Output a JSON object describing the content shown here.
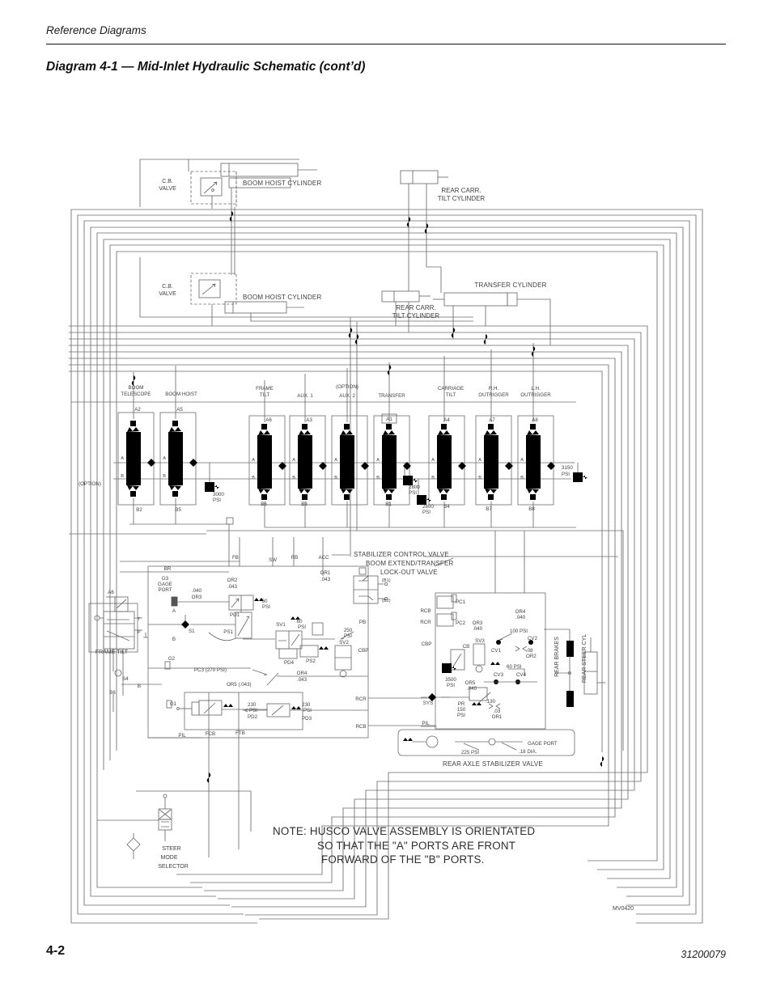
{
  "page": {
    "header": "Reference Diagrams",
    "title": "Diagram 4-1 — Mid-Inlet Hydraulic Schematic (cont’d)",
    "page_number": "4-2",
    "doc_number": "31200079",
    "figure_code": "MV0420"
  },
  "note": {
    "line1": "NOTE:  HUSCO VALVE ASSEMBLY IS ORIENTATED",
    "line2": "SO THAT THE \"A\" PORTS ARE FRONT",
    "line3": "FORWARD OF THE \"B\" PORTS."
  },
  "top": {
    "cb1": "C.B.",
    "cb2": "VALVE",
    "boom_hoist_cyl": "BOOM HOIST CYLINDER",
    "rear_carr_1": "REAR CARR.",
    "rear_carr_2": "TILT CYLINDER",
    "transfer_cyl": "TRANSFER CYLINDER"
  },
  "bank": {
    "sections": [
      {
        "name1": "BOOM",
        "name2": "TELESCOPE",
        "a": "A2",
        "b": "B2"
      },
      {
        "name1": "BOOM HOIST",
        "name2": "",
        "a": "A5",
        "b": "B5"
      },
      {
        "name1": "FRAME",
        "name2": "TILT",
        "a": "A6",
        "b": "B6"
      },
      {
        "name1": "AUX. 1",
        "name2": "",
        "a": "A3",
        "b": "B3"
      },
      {
        "name1": "(OPTION)",
        "name2": "AUX. 2",
        "a": "",
        "b": ""
      },
      {
        "name1": "TRANSFER",
        "name2": "",
        "a": "A1",
        "b": "B1"
      },
      {
        "name1": "CARRIAGE",
        "name2": "TILT",
        "a": "A4",
        "b": "B4"
      },
      {
        "name1": "R.H.",
        "name2": "OUTRIGGER",
        "a": "A7",
        "b": "B7"
      },
      {
        "name1": "L.H.",
        "name2": "OUTRIGGER",
        "a": "A8",
        "b": "B8"
      }
    ],
    "a_letter": "A",
    "b_letter": "B",
    "option": "(OPTION)",
    "psi": "PSI",
    "r3000": "3000",
    "r2800": "2800",
    "r3150": "3150"
  },
  "ctrl": {
    "callout_stabilizer": "STABILIZER CONTROL VALVE",
    "callout_lockout_1": "BOOM EXTEND/TRANSFER",
    "callout_lockout_2": "LOCK-OUT  VALVE",
    "rear_axle": "REAR AXLE STABILIZER VALVE",
    "rear_brakes": "REAR BRAKES",
    "rear_steer": "REAR STEER CYL",
    "steer1": "STEER",
    "steer2": "MODE",
    "steer3": "SELECTOR",
    "frame_tilt": "FRAME TILT",
    "br": "BR",
    "fb": "FB",
    "sw": "SW",
    "rb": "RB",
    "acc": "ACC",
    "or1": "OR1",
    "or2": "OR2",
    "or3": "OR3",
    "or4": "OR4",
    "or5": "OR5",
    "v043": ".043",
    "v040": ".040",
    "v08": ".08",
    "v03": ".03",
    "v130": ".130",
    "g3": "G3",
    "gage": "GAGE",
    "port": "PORT",
    "a6": "A6",
    "a": "A",
    "b": "B",
    "t": "T",
    "p": "P",
    "pd1": "PD1",
    "n60": "60",
    "psi": "PSI",
    "psi60": "60 PSI",
    "b1": "(B1)",
    "b2": "(B2)",
    "s1": "S1",
    "g2": "G2",
    "g1": "G1",
    "ps1": "PS1",
    "sv1": "SV1",
    "pd4": "PD4",
    "ps2": "PS2",
    "n250": "250",
    "sv2": "SV2",
    "pb": "PB",
    "cbp": "CBP",
    "s4": "S4",
    "b6": "B6",
    "pc3": "PC3 (270 PSI)",
    "or5a": "OR5 (.043)",
    "n230": "230",
    "pd2": "PD2",
    "pd3": "PD3",
    "pil": "PIL",
    "fcb": "FCB",
    "ftb": "FTB",
    "rcr": "RCR",
    "rcb": "RCB",
    "pc1": "PC1",
    "pc2": "PC2",
    "psi100": "100 PSI",
    "cv1": "CV1",
    "cv2": "CV2",
    "sv3": "SV3",
    "cb": "CB",
    "cv3": "CV3",
    "cv4": "CV4",
    "n3500": "3500",
    "sys": "SYS",
    "pr": "PR",
    "n150": "150",
    "gage_port": "GAGE PORT",
    "psi225": "225 PSI",
    "dia": ".18 DIA."
  }
}
